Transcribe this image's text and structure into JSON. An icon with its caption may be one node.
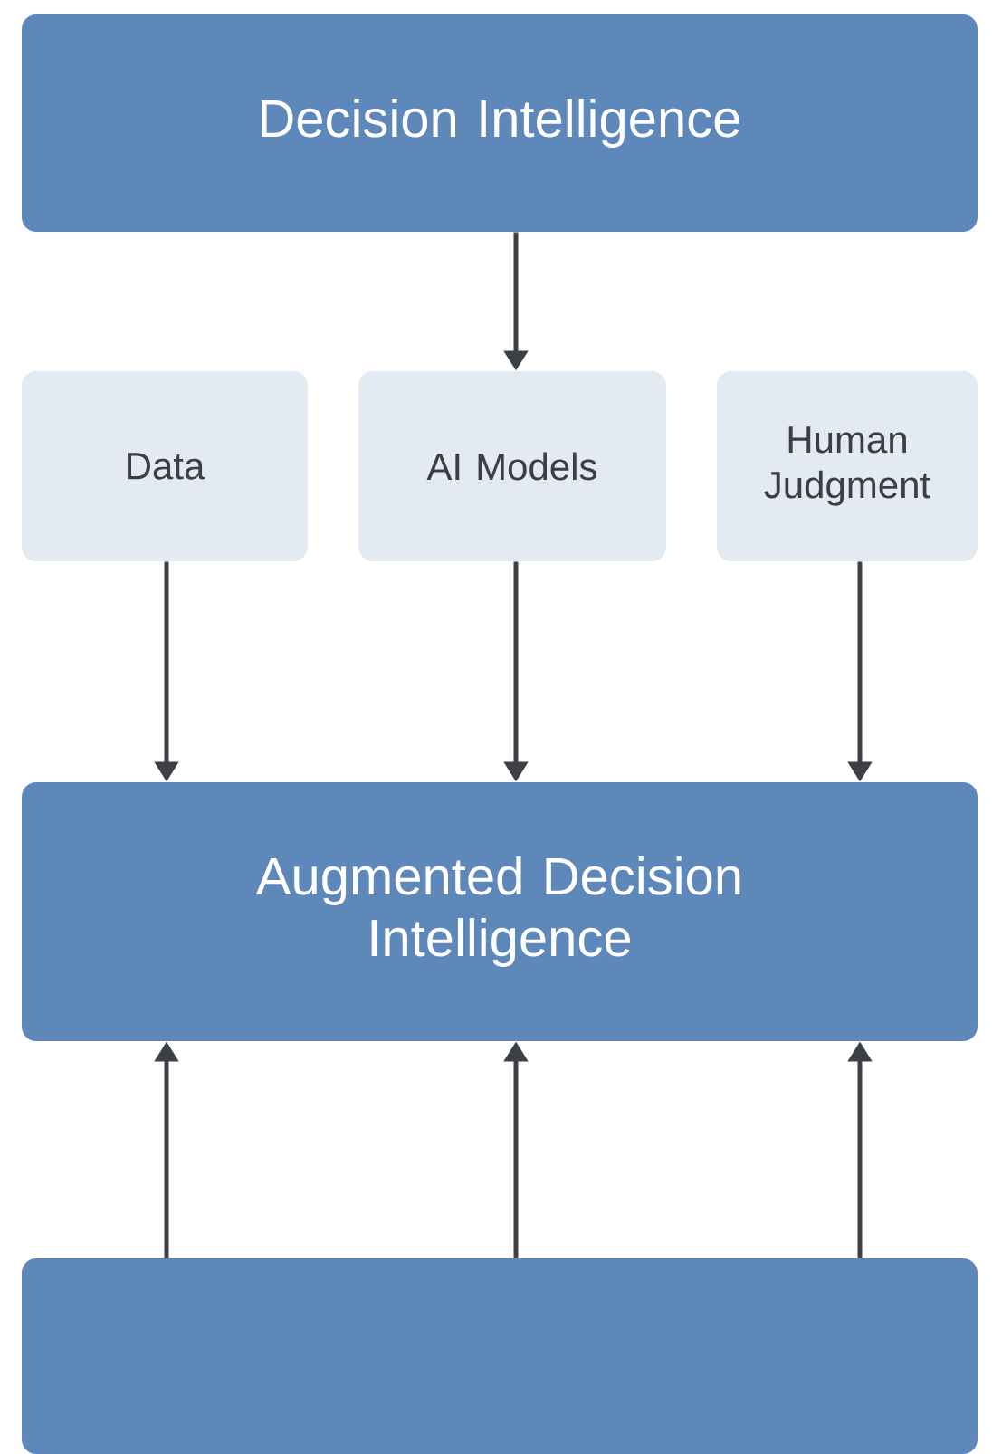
{
  "diagram": {
    "nodes": [
      {
        "text": [
          "Decision Intelligence"
        ]
      },
      {
        "text": [
          "Data"
        ]
      },
      {
        "text": [
          "AI Models"
        ]
      },
      {
        "text": [
          "Human Judgment"
        ]
      },
      {
        "text": [
          "Augmented Decision Intelligence"
        ]
      },
      {
        "text": [],
        "shape": "box"
      }
    ],
    "edges": [
      {
        "from": 0,
        "to": 2,
        "arrow": "to"
      },
      {
        "from": 1,
        "to": 4,
        "arrow": "to"
      },
      {
        "from": 2,
        "to": 4,
        "arrow": "to"
      },
      {
        "from": 3,
        "to": 4,
        "arrow": "to"
      },
      {
        "from": 5,
        "to": 4,
        "arrow": "to"
      },
      {
        "from": 5,
        "to": 4,
        "arrow": "to"
      },
      {
        "from": 5,
        "to": 4,
        "arrow": "to"
      }
    ]
  }
}
